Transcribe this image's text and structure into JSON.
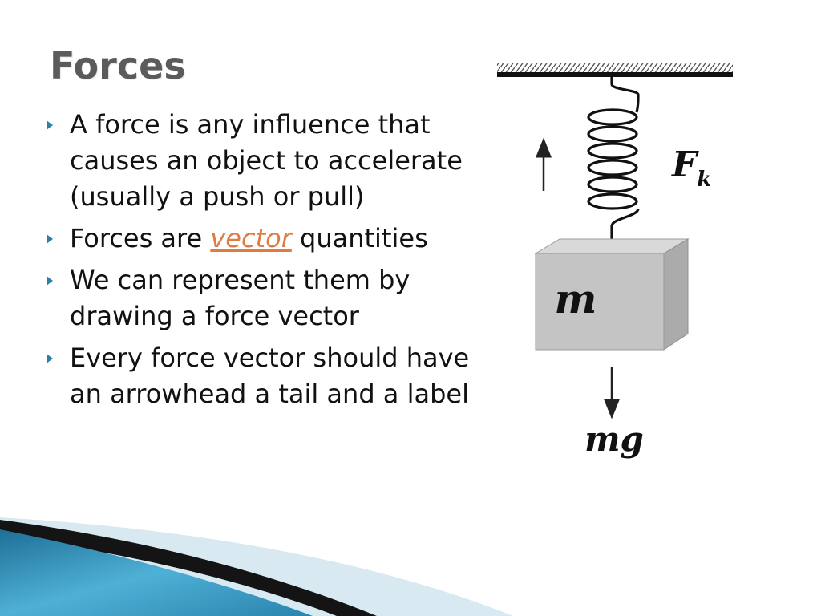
{
  "slide": {
    "title": "Forces",
    "bullets": [
      {
        "text": "A force is any influence that causes an object to accelerate (usually a push or pull)"
      },
      {
        "before": "Forces are ",
        "link": "vector",
        "after": " quantities"
      },
      {
        "text": "We can represent them by drawing a force vector"
      },
      {
        "text": "Every force vector should have an arrowhead a tail and a label"
      }
    ]
  },
  "diagram": {
    "mass_label": "m",
    "spring_force_label": "F",
    "spring_force_subscript": "k",
    "weight_label": "mg"
  },
  "colors": {
    "title": "#5b5b5b",
    "bullet_arrow": "#2f7fa3",
    "link": "#e07b42",
    "block_front": "#c2c2c2",
    "block_top": "#d8d8d8",
    "block_side": "#a9a9a9",
    "decor_blue": "#2e86b0",
    "decor_light": "#d3e6ef"
  }
}
